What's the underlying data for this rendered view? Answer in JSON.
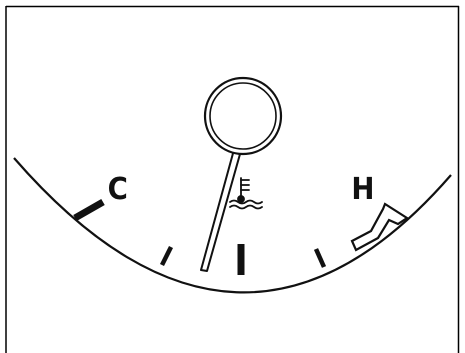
{
  "gauge": {
    "type": "engine-coolant-temperature",
    "label_cold": "C",
    "label_hot": "H",
    "icon": "coolant-temperature-icon",
    "needle_position": "below-middle",
    "colors": {
      "ink": "#111111",
      "border": "#000000",
      "background": "#ffffff"
    }
  }
}
